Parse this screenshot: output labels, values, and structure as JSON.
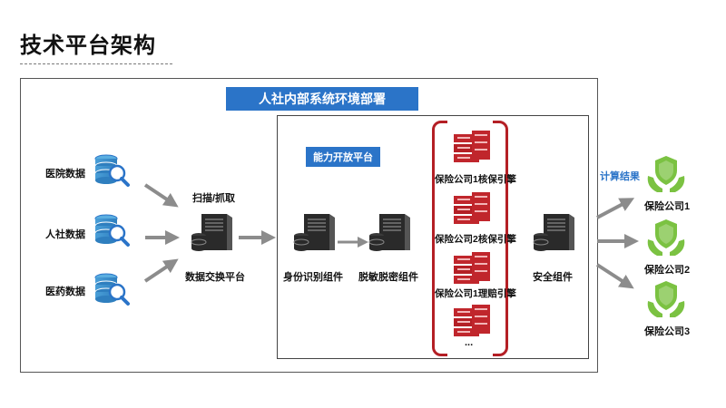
{
  "page_title": "技术平台架构",
  "environment_banner": "人社内部系统环境部署",
  "platform_banner": "能力开放平台",
  "data_sources": [
    "医院数据",
    "人社数据",
    "医药数据"
  ],
  "scan_label": "扫描/抓取",
  "exchange_platform": "数据交换平台",
  "identity_component": "身份识别组件",
  "desensitize_component": "脱敏脱密组件",
  "engines": [
    "保险公司1核保引擎",
    "保险公司2核保引擎",
    "保险公司1理赔引擎"
  ],
  "engines_more": "...",
  "security_component": "安全组件",
  "result_label": "计算结果",
  "insurers": [
    "保险公司1",
    "保险公司2",
    "保险公司3"
  ],
  "colors": {
    "banner_blue": "#2b74c8",
    "engine_red": "#b41f25",
    "shield_green": "#7bc242",
    "arrow_gray": "#8c8c8c"
  }
}
